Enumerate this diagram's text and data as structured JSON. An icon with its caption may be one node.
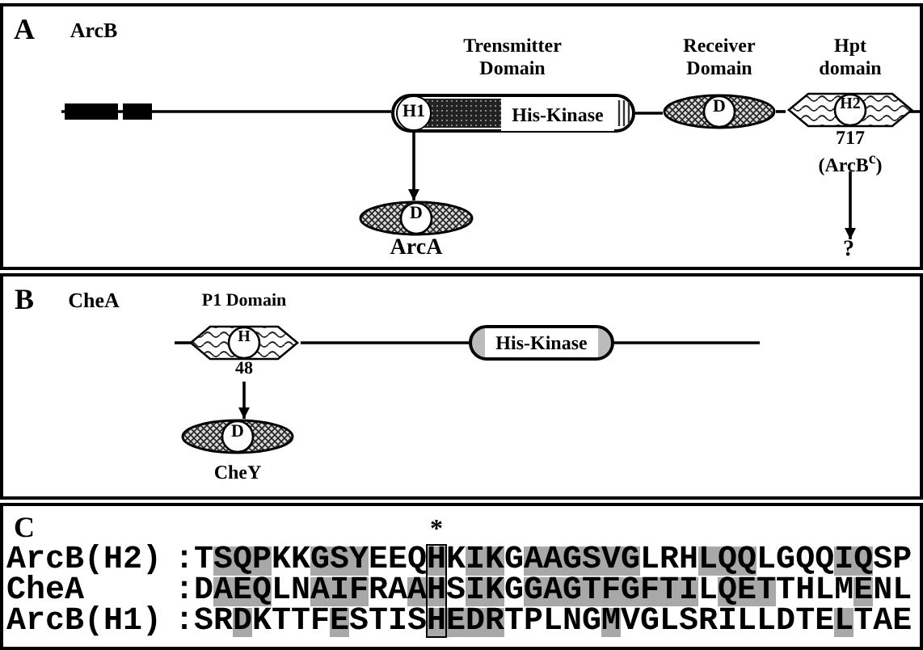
{
  "diagram": {
    "nodes": [
      {
        "text": [
          "A",
          "ArcB"
        ]
      },
      {
        "text": [
          "Trensmitter Domain",
          "His-Kinase"
        ],
        "in": 0
      },
      {
        "text": [
          "H1"
        ],
        "in": 1
      },
      {
        "text": [
          "Receiver Domain",
          "D"
        ],
        "in": 0
      },
      {
        "text": [
          "Hpt domain",
          "H2"
        ],
        "beside": [
          "717",
          "(ArcB$^{c}$)"
        ],
        "in": 0
      },
      {
        "text": [
          "D",
          "ArcA"
        ],
        "in": 0
      },
      {
        "text": [
          "?"
        ],
        "in": 0
      },
      {
        "text": [
          "B",
          "CheA"
        ]
      },
      {
        "text": [
          "P1 Domain",
          "H"
        ],
        "beside": [
          "48"
        ],
        "in": 7
      },
      {
        "text": [
          "His-Kinase"
        ],
        "in": 7
      },
      {
        "text": [
          "D",
          "CheY"
        ],
        "in": 7
      },
      {
        "text": [
          "C"
        ]
      }
    ],
    "edges": [
      {
        "from": 2,
        "to": 5,
        "arrow": "to"
      },
      {
        "from": 4,
        "to": 6,
        "arrow": "to"
      },
      {
        "from": 8,
        "to": 10,
        "arrow": "to"
      },
      {
        "from": 1,
        "to": 3,
        "arrow": "none"
      },
      {
        "from": 3,
        "to": 4,
        "arrow": "none"
      },
      {
        "from": 8,
        "to": 9,
        "arrow": "none"
      }
    ],
    "labels": [
      "*",
      "ArcB(H2)",
      ":TSQPKKGSYEEQHKIKGAAGSVGLRHLQQLGQQIQSP",
      "CheA",
      ":DAEQLNAIFRAAHSIKGGAGTFGFTILQETTHLMENL",
      "ArcB(H1)",
      ":SRDKTTFESTISHEDRTPLNGMVGLSRILLDTELTAE"
    ]
  }
}
